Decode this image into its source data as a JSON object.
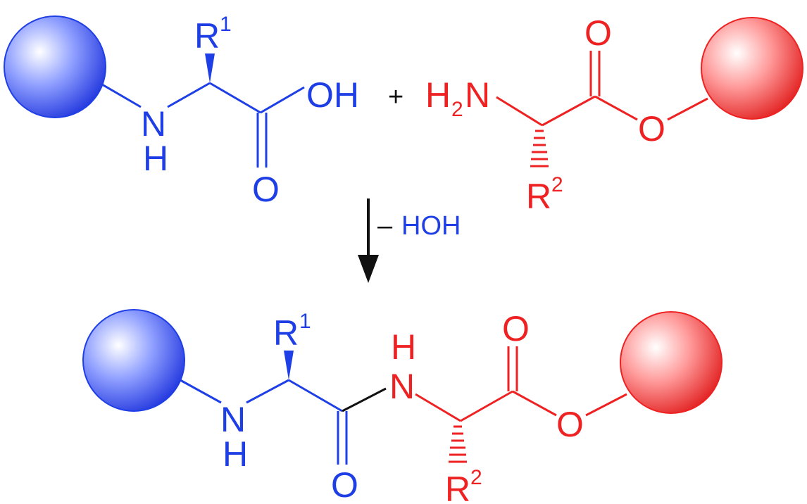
{
  "colors": {
    "blue": "#1f3fe6",
    "red": "#ee2222",
    "black": "#111111"
  },
  "reactant_blue": {
    "r_label": "R",
    "r_index": "1",
    "nh_n": "N",
    "nh_h": "H",
    "carbonyl_o": "O",
    "hydroxyl": "OH"
  },
  "plus_sign": "+",
  "reactant_red": {
    "amine_h": "H",
    "amine_sub": "2",
    "amine_n": "N",
    "carbonyl_o": "O",
    "ester_o": "O",
    "r_label": "R",
    "r_index": "2"
  },
  "reaction_arrow": {
    "minus": "–",
    "byproduct": "HOH"
  },
  "product": {
    "r1_label": "R",
    "r1_index": "1",
    "nh_blue_n": "N",
    "nh_blue_h": "H",
    "amide_o": "O",
    "amide_h": "H",
    "amide_n": "N",
    "carbonyl_o": "O",
    "ester_o": "O",
    "r2_label": "R",
    "r2_index": "2"
  }
}
